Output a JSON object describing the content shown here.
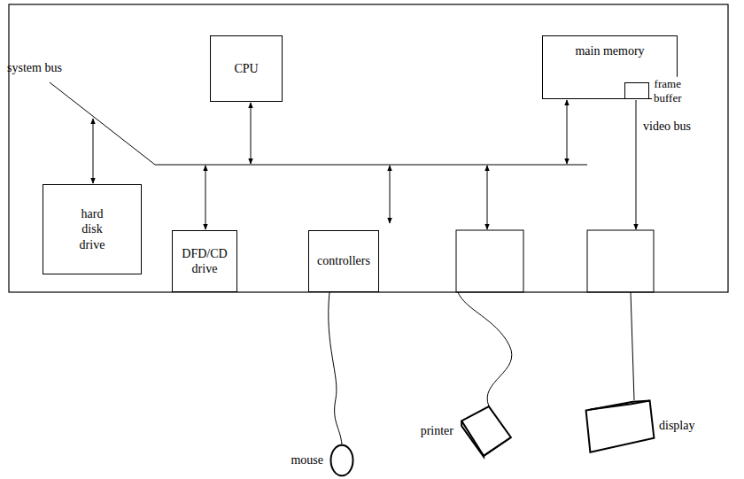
{
  "diagram": {
    "nodes": [
      {
        "text": [
          "CPU"
        ]
      },
      {
        "text": [
          "main memory"
        ]
      },
      {
        "text": [
          "frame buffer"
        ],
        "in": 1
      },
      {
        "text": [
          "hard disk drive"
        ]
      },
      {
        "text": [
          "DFD/CD drive"
        ]
      },
      {
        "text": [
          "controllers"
        ]
      },
      {
        "text": [
          "mouse"
        ]
      },
      {
        "text": [
          "printer"
        ]
      },
      {
        "text": [
          "display"
        ]
      }
    ],
    "edges": [
      {
        "from": 5,
        "to": 6,
        "arrow": "none"
      }
    ],
    "labels": [
      "system bus",
      "video bus"
    ]
  }
}
